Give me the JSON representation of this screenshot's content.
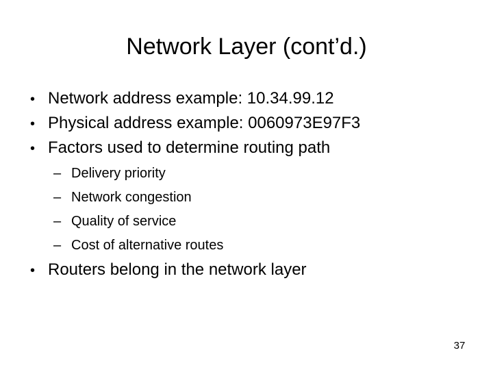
{
  "slide": {
    "title": "Network Layer (cont’d.)",
    "bullets": [
      {
        "level": 1,
        "marker": "•",
        "text": "Network address example: 10.34.99.12"
      },
      {
        "level": 1,
        "marker": "•",
        "text": "Physical address example: 0060973E97F3"
      },
      {
        "level": 1,
        "marker": "•",
        "text": "Factors used to determine routing path"
      },
      {
        "level": 2,
        "marker": "–",
        "text": "Delivery priority"
      },
      {
        "level": 2,
        "marker": "–",
        "text": "Network congestion"
      },
      {
        "level": 2,
        "marker": "–",
        "text": "Quality of service"
      },
      {
        "level": 2,
        "marker": "–",
        "text": "Cost of alternative routes"
      },
      {
        "level": 1,
        "marker": "•",
        "text": "Routers belong in the network layer"
      }
    ],
    "page_number": "37",
    "colors": {
      "background": "#ffffff",
      "text": "#000000"
    }
  }
}
